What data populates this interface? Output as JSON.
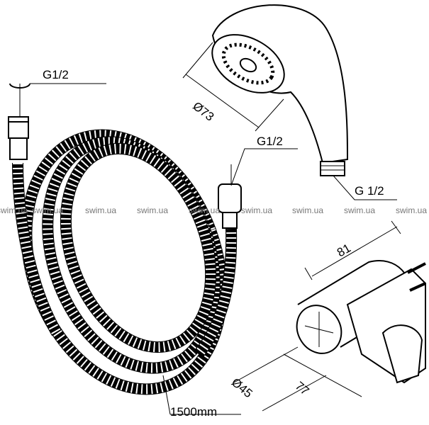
{
  "labels": {
    "hose_thread": "G1/2",
    "head_diameter": "Ø73",
    "nut_thread": "G1/2",
    "head_thread": "G 1/2",
    "holder_width": "81",
    "holder_diameter": "Ø45",
    "holder_depth": "77",
    "hose_length": "1500mm"
  },
  "watermark": "swim.ua",
  "colors": {
    "line": "#000000",
    "watermark": "#777777"
  }
}
